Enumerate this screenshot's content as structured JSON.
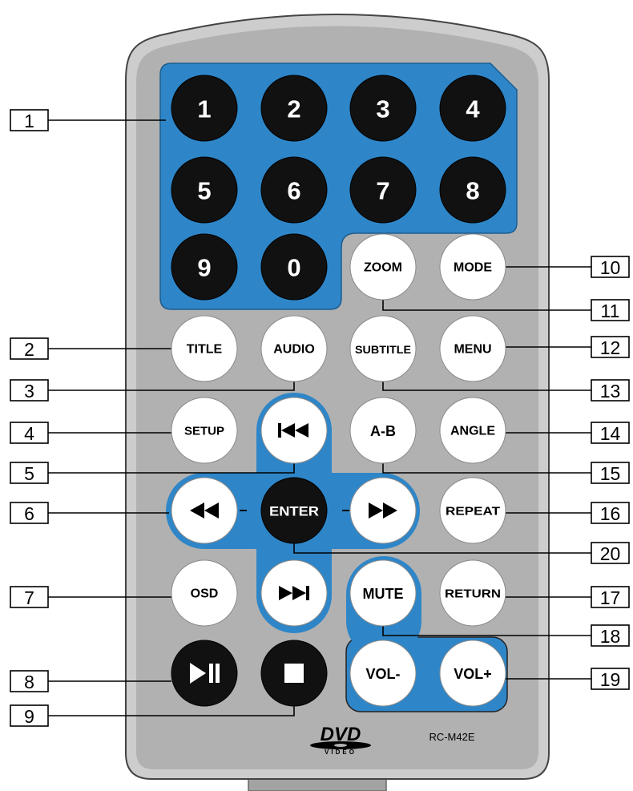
{
  "remote": {
    "model": "RC-M42E",
    "logo": {
      "main": "DVD",
      "sub": "VIDEO"
    }
  },
  "numpad": [
    "1",
    "2",
    "3",
    "4",
    "5",
    "6",
    "7",
    "8",
    "9",
    "0"
  ],
  "buttons": {
    "zoom": "ZOOM",
    "mode": "MODE",
    "title": "TITLE",
    "audio": "AUDIO",
    "subtitle": "SUBTITLE",
    "menu": "MENU",
    "setup": "SETUP",
    "ab": "A-B",
    "angle": "ANGLE",
    "enter": "ENTER",
    "repeat": "REPEAT",
    "osd": "OSD",
    "mute": "MUTE",
    "return": "RETURN",
    "vol_down": "VOL-",
    "vol_up": "VOL+"
  },
  "icon_buttons": {
    "prev": "skip-previous-icon",
    "rewind": "rewind-icon",
    "forward": "fast-forward-icon",
    "next": "skip-next-icon",
    "play_pause": "play-pause-icon",
    "stop": "stop-icon"
  },
  "callouts_left": [
    "1",
    "2",
    "3",
    "4",
    "5",
    "6",
    "7",
    "8",
    "9"
  ],
  "callouts_right": [
    "10",
    "11",
    "12",
    "13",
    "14",
    "15",
    "16",
    "20",
    "17",
    "18",
    "19"
  ],
  "colors": {
    "shell": "#cdcdcd",
    "face": "#b1b1b1",
    "tab": "#a3a3a3",
    "panel_blue": "#2e86c8",
    "button_black": "#111111",
    "button_white": "#ffffff",
    "outline": "#000000"
  }
}
